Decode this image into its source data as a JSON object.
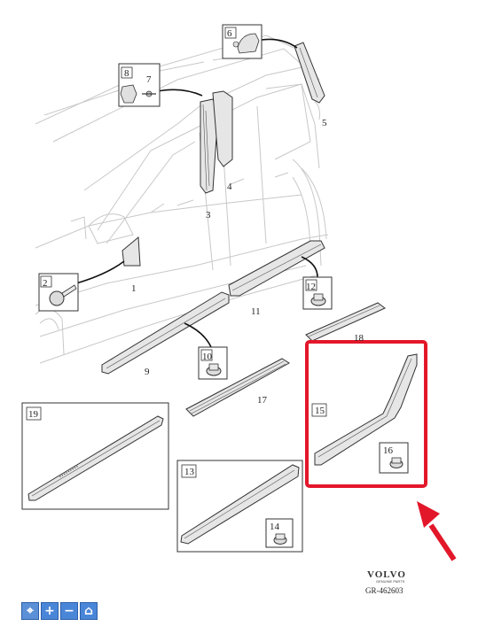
{
  "callouts": [
    {
      "id": "1",
      "label": "1"
    },
    {
      "id": "2",
      "label": "2"
    },
    {
      "id": "3",
      "label": "3"
    },
    {
      "id": "4",
      "label": "4"
    },
    {
      "id": "5",
      "label": "5"
    },
    {
      "id": "6",
      "label": "6"
    },
    {
      "id": "7",
      "label": "7"
    },
    {
      "id": "8",
      "label": "8"
    },
    {
      "id": "9",
      "label": "9"
    },
    {
      "id": "10",
      "label": "10"
    },
    {
      "id": "11",
      "label": "11"
    },
    {
      "id": "12",
      "label": "12"
    },
    {
      "id": "13",
      "label": "13"
    },
    {
      "id": "14",
      "label": "14"
    },
    {
      "id": "15",
      "label": "15"
    },
    {
      "id": "16",
      "label": "16"
    },
    {
      "id": "17",
      "label": "17"
    },
    {
      "id": "18",
      "label": "18"
    },
    {
      "id": "19",
      "label": "19"
    }
  ],
  "brand": {
    "name": "VOLVO",
    "tagline": "GENUINE PARTS",
    "reference": "GR-462603"
  },
  "colors": {
    "highlight": "#e3172a",
    "toolbar": "#4a86d8"
  },
  "toolbar": [
    {
      "name": "cursor-icon",
      "glyph": "⌖"
    },
    {
      "name": "zoom-in-icon",
      "glyph": "+"
    },
    {
      "name": "zoom-out-icon",
      "glyph": "−"
    },
    {
      "name": "home-icon",
      "glyph": "⌂"
    }
  ]
}
